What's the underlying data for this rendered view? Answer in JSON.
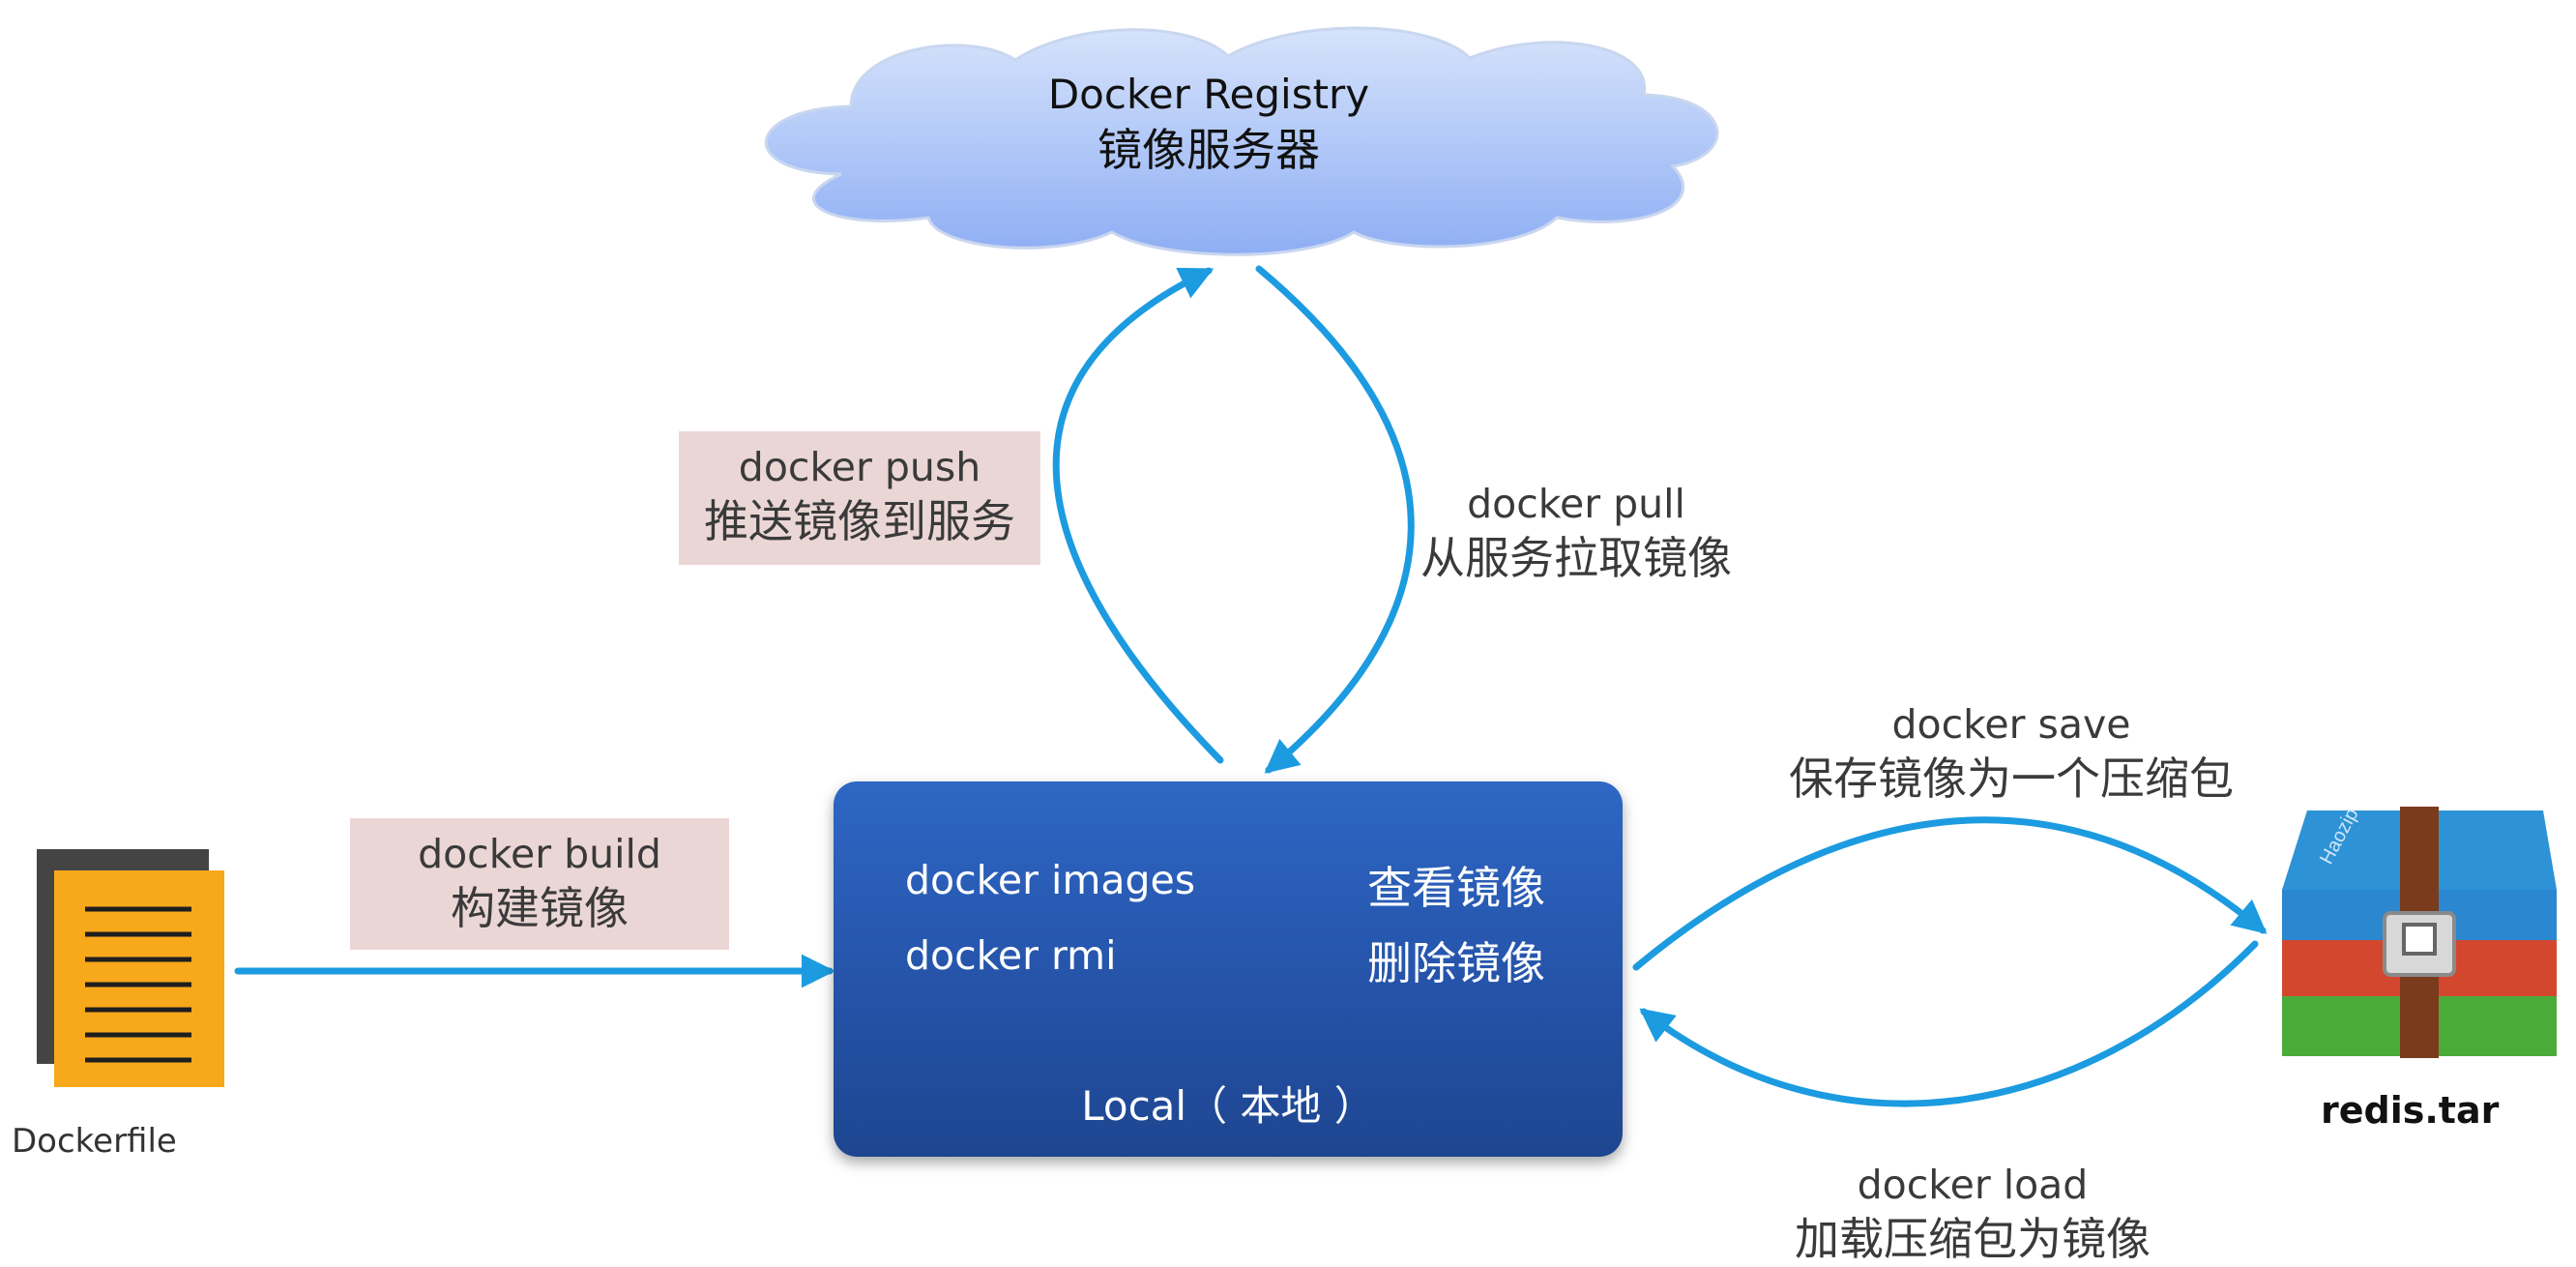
{
  "registry": {
    "title": "Docker Registry",
    "subtitle": "镜像服务器"
  },
  "local": {
    "commands": [
      {
        "cmd": "docker images",
        "desc": "查看镜像"
      },
      {
        "cmd": "docker rmi",
        "desc": "删除镜像"
      }
    ],
    "footer": "Local（ 本地 ）"
  },
  "edges": {
    "push": {
      "cmd": "docker push",
      "desc": "推送镜像到服务"
    },
    "pull": {
      "cmd": "docker pull",
      "desc": "从服务拉取镜像"
    },
    "build": {
      "cmd": "docker build",
      "desc": "构建镜像"
    },
    "save": {
      "cmd": "docker save",
      "desc": "保存镜像为一个压缩包"
    },
    "load": {
      "cmd": "docker load",
      "desc": "加载压缩包为镜像"
    }
  },
  "dockerfile": {
    "caption": "Dockerfile",
    "icon": "document-icon"
  },
  "archive": {
    "caption": "redis.tar",
    "icon": "archive-icon",
    "brand_label": "Haozip"
  },
  "colors": {
    "arrow": "#1c9be0",
    "local_box": "#2858b0",
    "label_bg": "#ebd6d6",
    "cloud_top": "#d4e2fb",
    "cloud_bottom": "#8fb0f5"
  }
}
